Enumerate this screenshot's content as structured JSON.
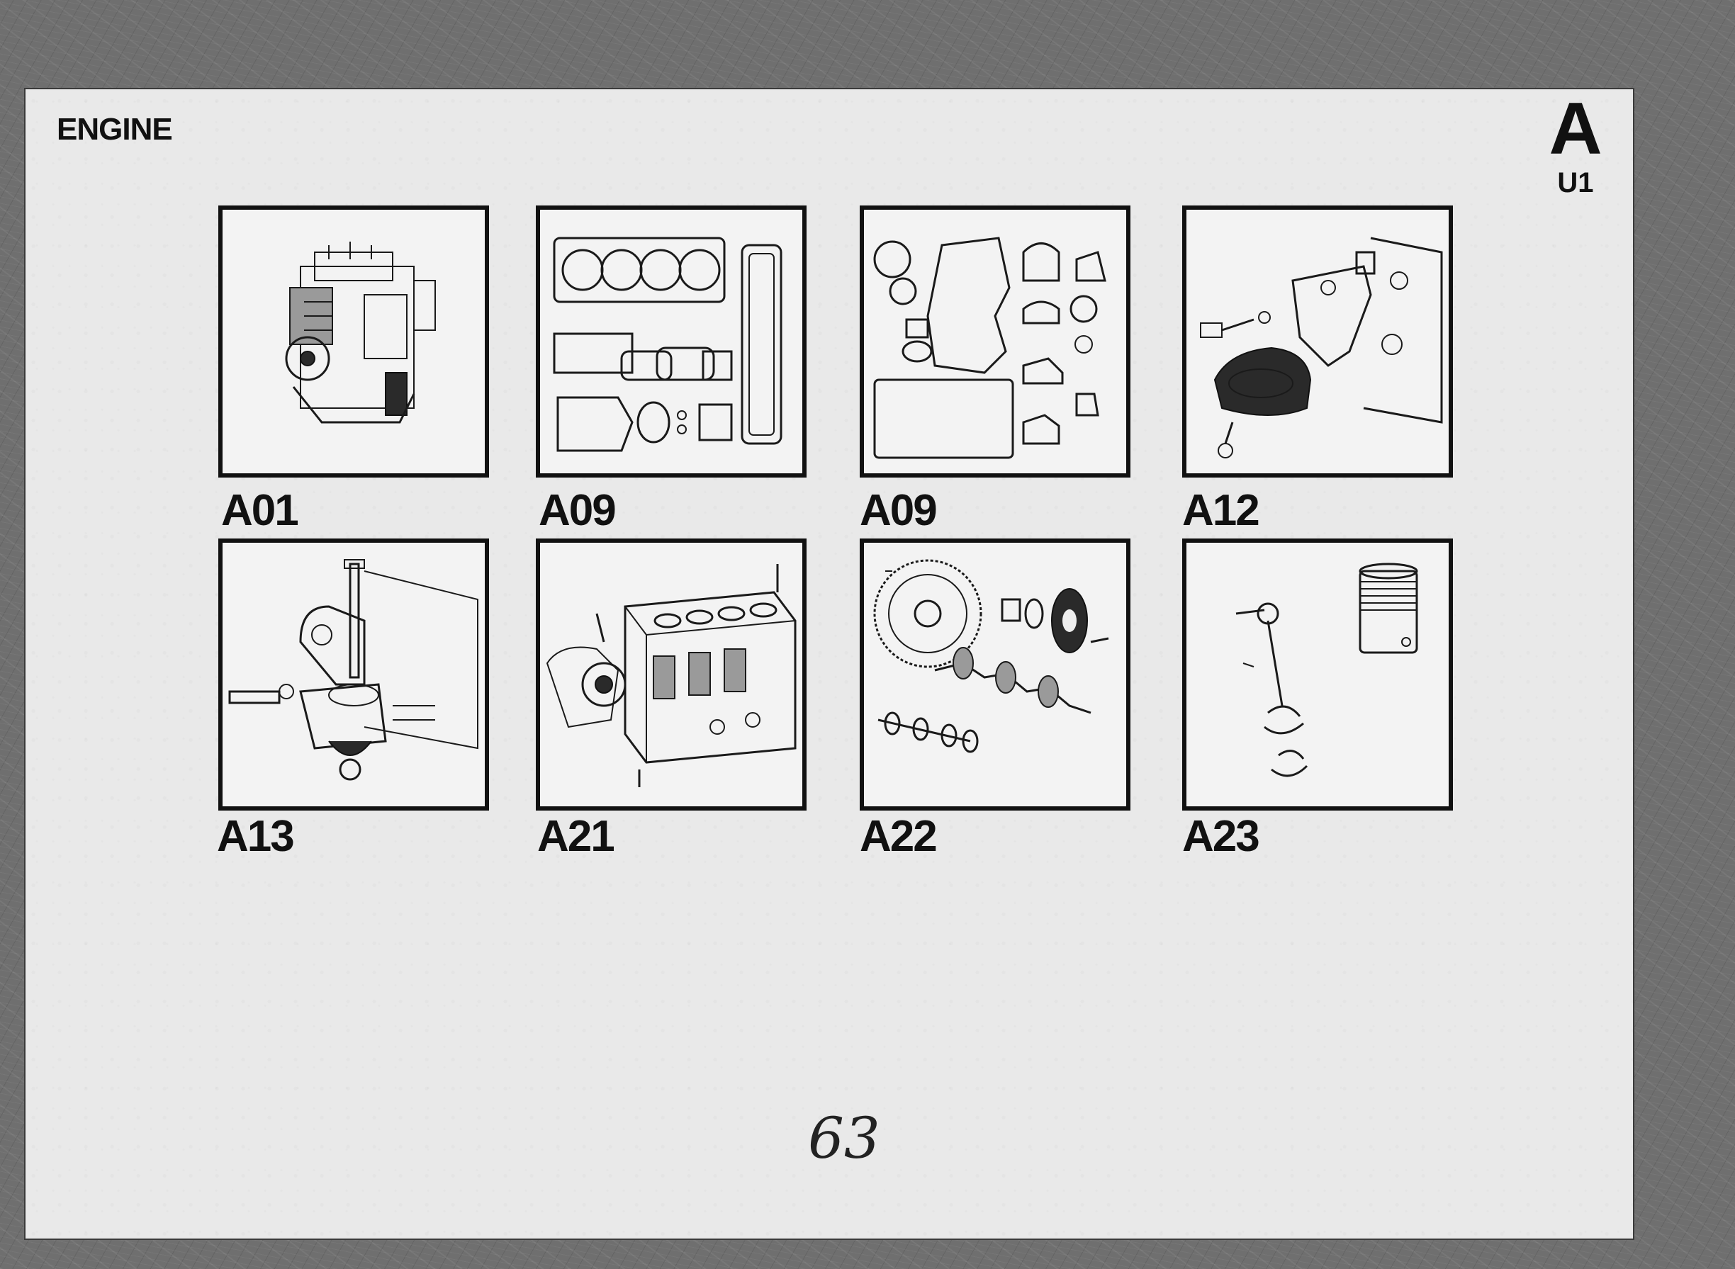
{
  "header": {
    "section_title": "ENGINE",
    "section_letter": "A",
    "section_code": "U1"
  },
  "tiles": [
    {
      "label": "A01",
      "icon": "engine-assembly-icon"
    },
    {
      "label": "A09",
      "icon": "cylinder-head-gasket-set-icon"
    },
    {
      "label": "A09",
      "icon": "sump-gasket-set-icon"
    },
    {
      "label": "A12",
      "icon": "front-engine-mount-icon"
    },
    {
      "label": "A13",
      "icon": "rear-engine-mount-icon"
    },
    {
      "label": "A21",
      "icon": "cylinder-block-icon"
    },
    {
      "label": "A22",
      "icon": "crankshaft-flywheel-icon"
    },
    {
      "label": "A23",
      "icon": "piston-conrod-icon"
    }
  ],
  "footer": {
    "page_number": "63"
  }
}
